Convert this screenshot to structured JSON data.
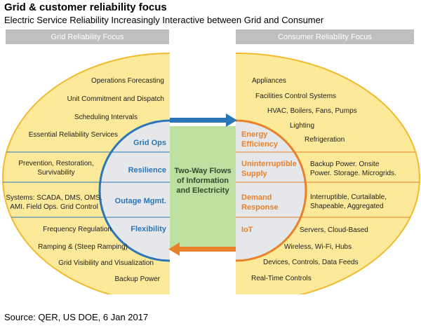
{
  "title": "Grid & customer reliability focus",
  "subtitle": "Electric Service Reliability Increasingly Interactive between Grid and Consumer",
  "source": "Source: QER, US DOE, 6 Jan 2017",
  "left_header": "Grid Reliability Focus",
  "right_header": "Consumer Reliability Focus",
  "left_items": [
    "Operations Forecasting",
    "Unit Commitment and Dispatch",
    "Scheduling Intervals",
    "Essential Reliability Services",
    "Prevention, Restoration,",
    "Survivability",
    "Systems: SCADA, DMS, OMS.",
    "AMI. Field Ops. Grid Control",
    "Frequency Regulation",
    "Ramping & (Steep Ramping)",
    "Grid Visibility and Visualization",
    "Backup Power"
  ],
  "left_categories": [
    "Grid Ops",
    "Resilience",
    "Outage Mgmt.",
    "Flexibility"
  ],
  "center_label": [
    "Two-Way Flows",
    "of Information",
    "and Electricity"
  ],
  "right_categories": [
    [
      "Energy",
      "Efficiency"
    ],
    [
      "Uninterruptible",
      "Supply"
    ],
    [
      "Demand",
      "Response"
    ],
    [
      "IoT"
    ]
  ],
  "right_items": [
    "Appliances",
    "Facilities Control Systems",
    "HVAC, Boilers, Fans, Pumps",
    "Lighting",
    "Refrigeration",
    "Backup Power. Onsite",
    "Power. Storage. Microgrids.",
    "Interruptible, Curtailable,",
    "Shapeable, Aggregated",
    "Servers, Cloud-Based",
    "Wireless, Wi-Fi, Hubs",
    "Devices, Controls, Data Feeds",
    "Real-Time Controls"
  ],
  "colors": {
    "fill": "#fde99a",
    "ellipse_stroke": "#f0bb2f",
    "inner_fill": "#e6e7ea",
    "left_accent": "#2a76b8",
    "right_accent": "#e8822a",
    "center_fill": "#bde0a0",
    "header_bg": "#bfbfbf"
  }
}
